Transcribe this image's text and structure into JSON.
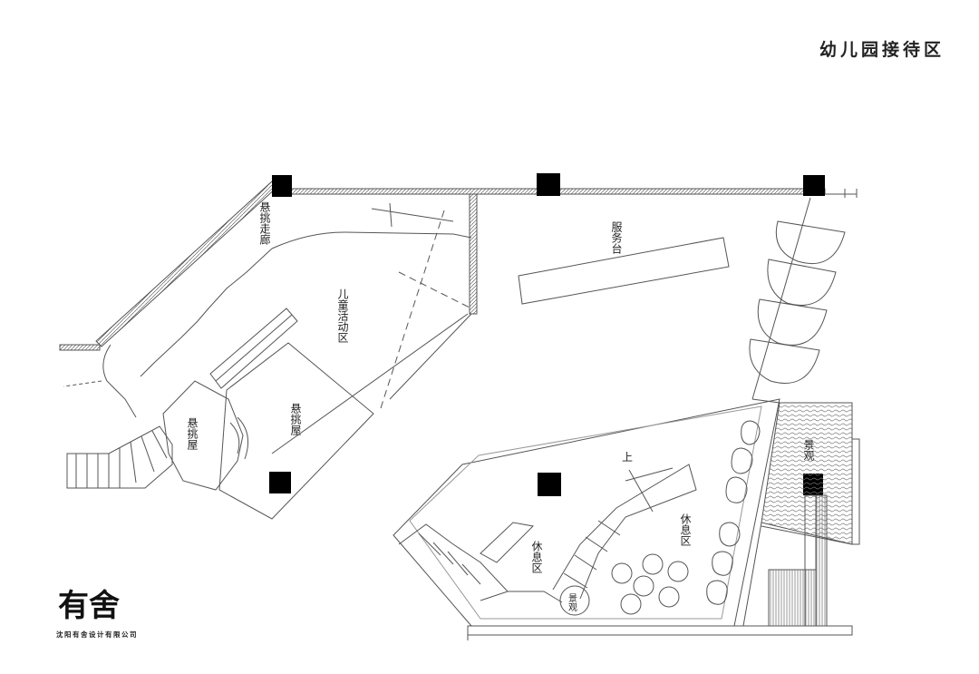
{
  "title": "幼儿园接待区",
  "company": "沈阳有舍设计有限公司",
  "logo_text": "有舍",
  "rooms": {
    "corridor": "悬挑走廊",
    "kids_activity": "儿童活动区",
    "hang_room_1": "悬挑屋",
    "hang_room_2": "悬挑屋",
    "service_desk": "服务台",
    "rest_area_1": "休息区",
    "rest_area_2": "休息区",
    "landscape_1": "景观",
    "landscape_2": "景观",
    "stairs_up": "上"
  }
}
